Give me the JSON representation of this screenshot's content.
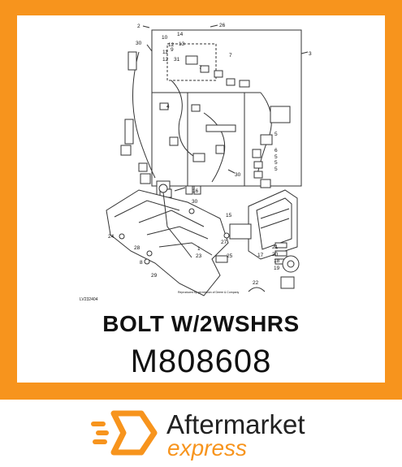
{
  "diagram": {
    "ref_code": "LV232404",
    "copyright": "Reproduced by permission of Deere & Company",
    "callouts": [
      "2",
      "26",
      "3",
      "10",
      "14",
      "12",
      "13",
      "11",
      "9",
      "12",
      "31",
      "7",
      "7",
      "30",
      "4",
      "5",
      "6",
      "5",
      "5",
      "5",
      "30",
      "16",
      "30",
      "15",
      "24",
      "27",
      "17",
      "21",
      "20",
      "18",
      "19",
      "28",
      "1",
      "23",
      "25",
      "8",
      "29",
      "22"
    ]
  },
  "product": {
    "title": "BOLT W/2WSHRS",
    "part_number": "M808608"
  },
  "brand": {
    "name_line1": "Aftermarket",
    "name_line2": "express",
    "logo": "hexagon-arrow-logo-icon"
  },
  "colors": {
    "accent": "#f7941d",
    "text": "#111111"
  }
}
